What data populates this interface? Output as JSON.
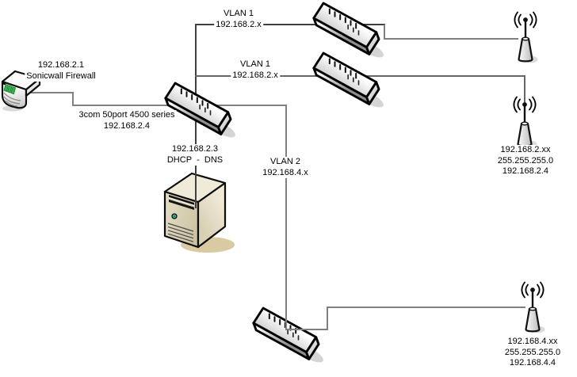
{
  "title": "Network diagram",
  "colors": {
    "background": "#ffffff",
    "line_dark": "#404040",
    "line_mid": "#666666",
    "line_gray": "#808080",
    "firewall_led_green": "#33b34a",
    "server_body_tan": "#d8d0b5"
  },
  "nodes": {
    "firewall": {
      "icon": "firewall-icon",
      "line1": "192.168.2.1",
      "line2": "Sonicwall Firewall"
    },
    "core_switch": {
      "icon": "switch-icon",
      "line1": "3com 50port 4500 series",
      "line2": "192.168.2.4"
    },
    "server": {
      "icon": "server-icon",
      "line1": "192.168.2.3",
      "line2": "DHCP  -  DNS"
    },
    "access_switch_top": {
      "icon": "switch-icon"
    },
    "access_switch_mid": {
      "icon": "switch-icon"
    },
    "access_switch_bottom": {
      "icon": "switch-icon"
    },
    "access_point_top": {
      "icon": "wireless-ap-icon"
    },
    "access_point_mid": {
      "icon": "wireless-ap-icon",
      "line1": "192.168.2.xx",
      "line2": "255.255.255.0",
      "line3": "192.168.2.4"
    },
    "access_point_bottom": {
      "icon": "wireless-ap-icon",
      "line1": "192.168.4.xx",
      "line2": "255.255.255.0",
      "line3": "192.168.4.4"
    }
  },
  "links": {
    "vlan1_top": {
      "line1": "VLAN 1",
      "line2": "192.168.2.x"
    },
    "vlan1_mid": {
      "line1": "VLAN 1",
      "line2": "192.168.2.x"
    },
    "vlan2": {
      "line1": "VLAN 2",
      "line2": "192.168.4.x"
    }
  }
}
